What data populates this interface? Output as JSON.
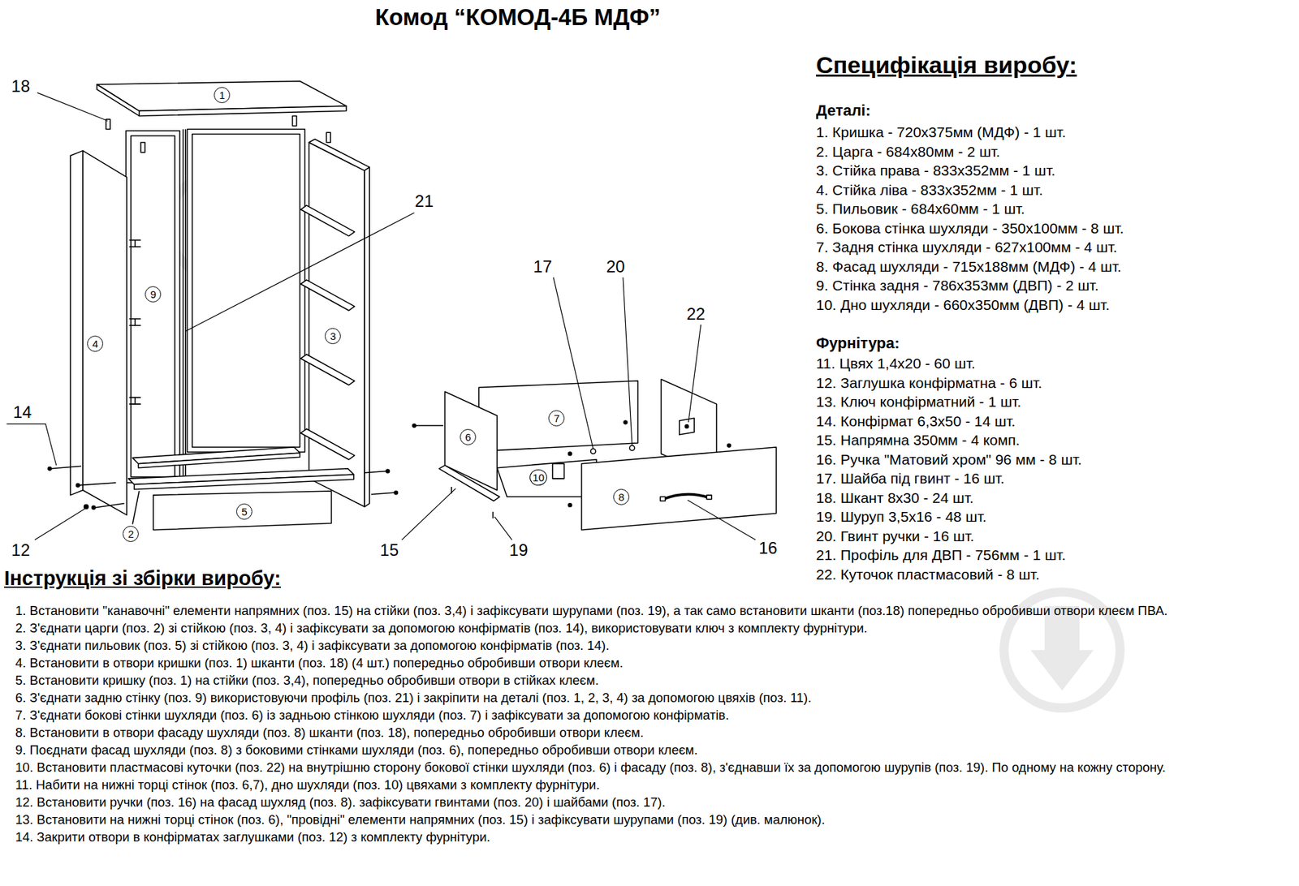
{
  "diagram": {
    "title": "Комод “КОМОД-4Б МДФ”",
    "nodes": [
      {
        "text": [
          "1"
        ]
      },
      {
        "text": [
          "9"
        ]
      },
      {
        "text": [
          "3"
        ]
      },
      {
        "text": [
          "4"
        ]
      },
      {
        "text": [
          "7"
        ]
      },
      {
        "text": [
          "6"
        ]
      },
      {
        "text": [
          "10"
        ]
      },
      {
        "text": [
          "8"
        ]
      },
      {
        "text": [
          "5"
        ]
      },
      {
        "text": [
          "2"
        ]
      }
    ],
    "labels": [
      "Специфікація виробу:",
      "Деталі:",
      "1. Кришка - 720х375мм (МДФ) - 1 шт.",
      "2. Царга - 684х80мм - 2 шт.",
      "3. Стійка права - 833х352мм - 1 шт.",
      "4. Стійка ліва - 833х352мм - 1 шт.",
      "5. Пильовик - 684х60мм - 1 шт.",
      "6. Бокова стінка шухляди - 350х100мм - 8 шт.",
      "7. Задня стінка шухляди - 627х100мм - 4 шт.",
      "8. Фасад шухляди - 715х188мм (МДФ) - 4 шт.",
      "9. Стінка задня - 786х353мм (ДВП) - 2 шт.",
      "10. Дно шухляди - 660х350мм (ДВП) - 4 шт.",
      "Фурнітура:",
      "11. Цвях 1,4х20 - 60 шт.",
      "12. Заглушка конфірматна - 6 шт.",
      "13. Ключ конфірматний - 1 шт.",
      "14. Конфірмат 6,3х50 - 14 шт.",
      "15. Напрямна 350мм - 4 комп.",
      "16. Ручка \"Матовий хром\" 96 мм - 8 шт.",
      "17. Шайба під гвинт - 16 шт.",
      "18. Шкант 8х30 - 24 шт.",
      "19. Шуруп 3,5х16 - 48 шт.",
      "20. Гвинт ручки - 16 шт.",
      "21. Профіль для ДВП - 756мм - 1 шт.",
      "22. Куточок пластмасовий - 8 шт.",
      "Інструкція зі збірки виробу:",
      "1. Встановити \"канавочні\" елементи напрямних (поз. 15) на стійки (поз. 3,4) і зафіксувати шурупами (поз. 19), а так само встановити шканти (поз.18) попередньо обробивши отвори клеєм ПВА.",
      "2. З'єднати царги (поз. 2) зі стійкою (поз. 3, 4) і зафіксувати за допомогою конфірматів (поз. 14), використовувати ключ з комплекту фурнітури.",
      "3. З'єднати пильовик (поз. 5) зі стійкою (поз. 3, 4) і зафіксувати за допомогою конфірматів (поз. 14).",
      "4. Встановити в отвори кришки (поз. 1) шканти (поз. 18) (4 шт.) попередньо обробивши отвори клеєм.",
      "5. Встановити кришку (поз. 1) на стійки (поз. 3,4), попередньо обробивши отвори в стійках клеєм.",
      "6. З'єднати задню стінку (поз. 9) використовуючи профіль (поз. 21) і закріпити на деталі (поз. 1, 2, 3, 4) за допомогою цвяхів (поз. 11).",
      "7. З'єднати бокові стінки шухляди (поз. 6) із задньою стінкою шухляди (поз. 7) і зафіксувати за допомогою конфірматів.",
      "8. Встановити в отвори фасаду шухляди (поз. 8) шканти (поз. 18), попередньо обробивши отвори клеєм.",
      "9. Поєднати фасад шухляди (поз. 8) з боковими стінками шухляди (поз. 6), попередньо обробивши отвори клеєм.",
      "10. Встановити пластмасові куточки (поз. 22) на внутрішню сторону бокової стінки шухляди (поз. 6) і фасаду (поз. 8), з'єднавши їх за допомогою шурупів (поз. 19). По одному на кожну сторону.",
      "11. Набити на нижні торці стінок (поз. 6,7), дно шухляди (поз. 10) цвяхами з комплекту фурнітури.",
      "12. Встановити ручки (поз. 16) на фасад шухляд (поз. 8). зафіксувати гвинтами (поз. 20) і шайбами (поз. 17).",
      "13. Встановити на нижні торці стінок (поз. 6), \"провідні\" елементи напрямних (поз. 15) і зафіксувати шурупами (поз. 19) (див. малюнок).",
      "14. Закрити отвори в конфірматах заглушками (поз. 12) з комплекту фурнітури.",
      "18",
      "21",
      "17",
      "20",
      "22",
      "14",
      "12",
      "15",
      "19",
      "16"
    ]
  }
}
